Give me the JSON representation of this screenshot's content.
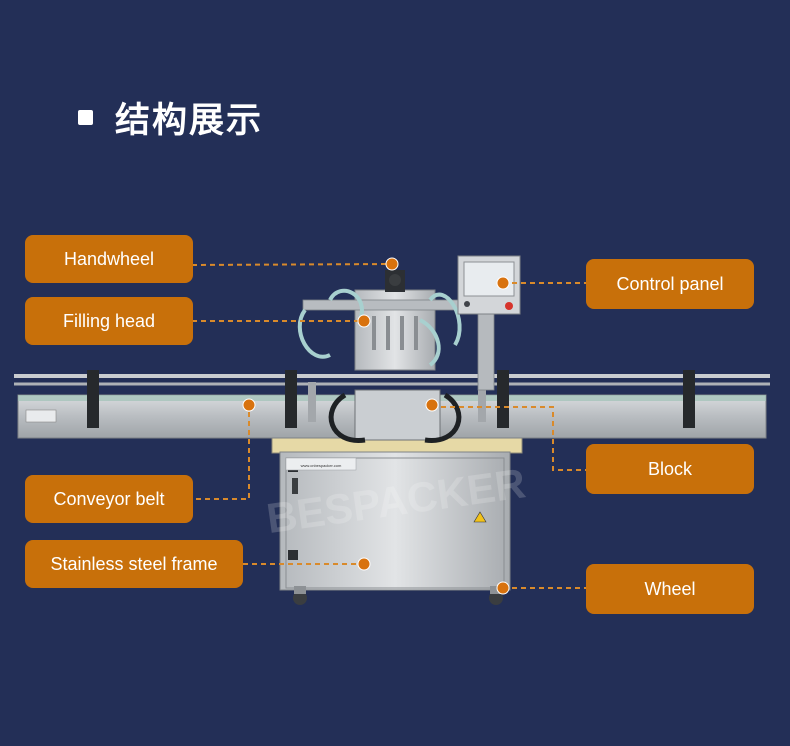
{
  "title": "结构展示",
  "labels": {
    "handwheel": "Handwheel",
    "filling_head": "Filling head",
    "conveyor_belt": "Conveyor belt",
    "stainless_steel_frame": "Stainless steel frame",
    "control_panel": "Control panel",
    "block": "Block",
    "wheel": "Wheel"
  },
  "machine": {
    "watermark": "BESPACKER",
    "brand_plate": "www.cnbespacker.com"
  },
  "colors": {
    "background": "#232f57",
    "label_fill": "#c8700a",
    "leader_line": "#d98a2b",
    "marker_dot": "#d8720e"
  }
}
